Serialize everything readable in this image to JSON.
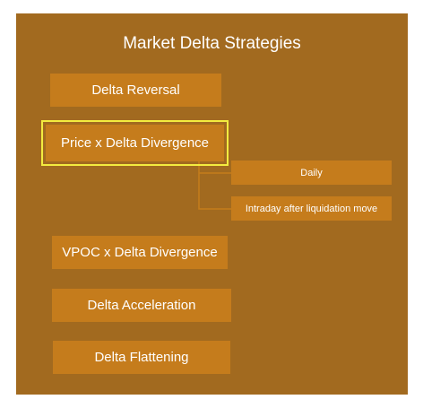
{
  "diagram": {
    "title": "Market Delta Strategies",
    "nodes": [
      {
        "id": "delta-reversal",
        "label": "Delta Reversal"
      },
      {
        "id": "price-delta-divergence",
        "label": "Price x Delta Divergence",
        "selected": true,
        "children": [
          {
            "id": "daily",
            "label": "Daily"
          },
          {
            "id": "intraday",
            "label": "Intraday after liquidation move"
          }
        ]
      },
      {
        "id": "vpoc-delta-divergence",
        "label": "VPOC x Delta Divergence"
      },
      {
        "id": "delta-acceleration",
        "label": "Delta Acceleration"
      },
      {
        "id": "delta-flattening",
        "label": "Delta Flattening"
      }
    ]
  },
  "colors": {
    "background": "#a26a1f",
    "node_fill": "#c57c1c",
    "selection_border": "#f3ec3f",
    "connector": "#c57c1c",
    "text": "#ffffff"
  }
}
